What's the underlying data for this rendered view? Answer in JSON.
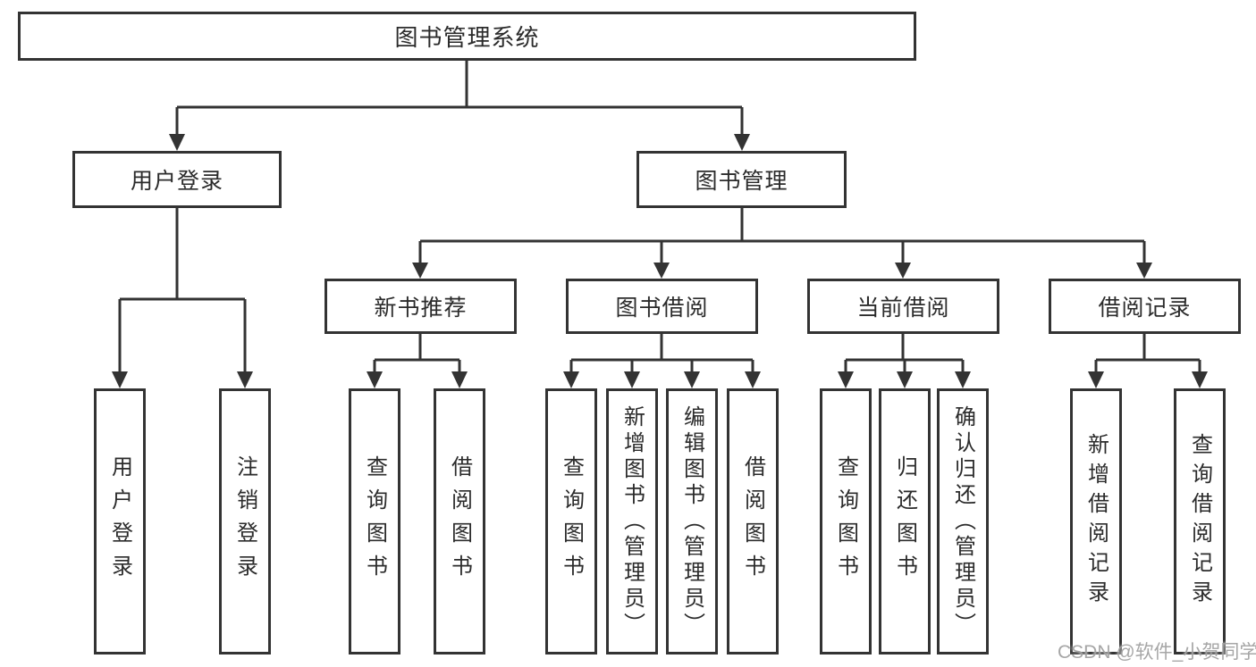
{
  "diagram": {
    "root": {
      "label": "图书管理系统"
    },
    "user_branch": {
      "label": "用户登录",
      "children": [
        {
          "label": "用户登录"
        },
        {
          "label": "注销登录"
        }
      ]
    },
    "book_branch": {
      "label": "图书管理",
      "sections": [
        {
          "label": "新书推荐",
          "children": [
            {
              "label": "查询图书"
            },
            {
              "label": "借阅图书"
            }
          ]
        },
        {
          "label": "图书借阅",
          "children": [
            {
              "label": "查询图书"
            },
            {
              "label": "新增图书（管理员）"
            },
            {
              "label": "编辑图书（管理员）"
            },
            {
              "label": "借阅图书"
            }
          ]
        },
        {
          "label": "当前借阅",
          "children": [
            {
              "label": "查询图书"
            },
            {
              "label": "归还图书"
            },
            {
              "label": "确认归还（管理员）"
            }
          ]
        },
        {
          "label": "借阅记录",
          "children": [
            {
              "label": "新增借阅记录"
            },
            {
              "label": "查询借阅记录"
            }
          ]
        }
      ]
    },
    "watermark": "CSDN @软件_小贺同学",
    "colors": {
      "line": "#333333",
      "text": "#2b2b2b",
      "watermark": "#9e9e9e",
      "background": "#ffffff"
    }
  }
}
